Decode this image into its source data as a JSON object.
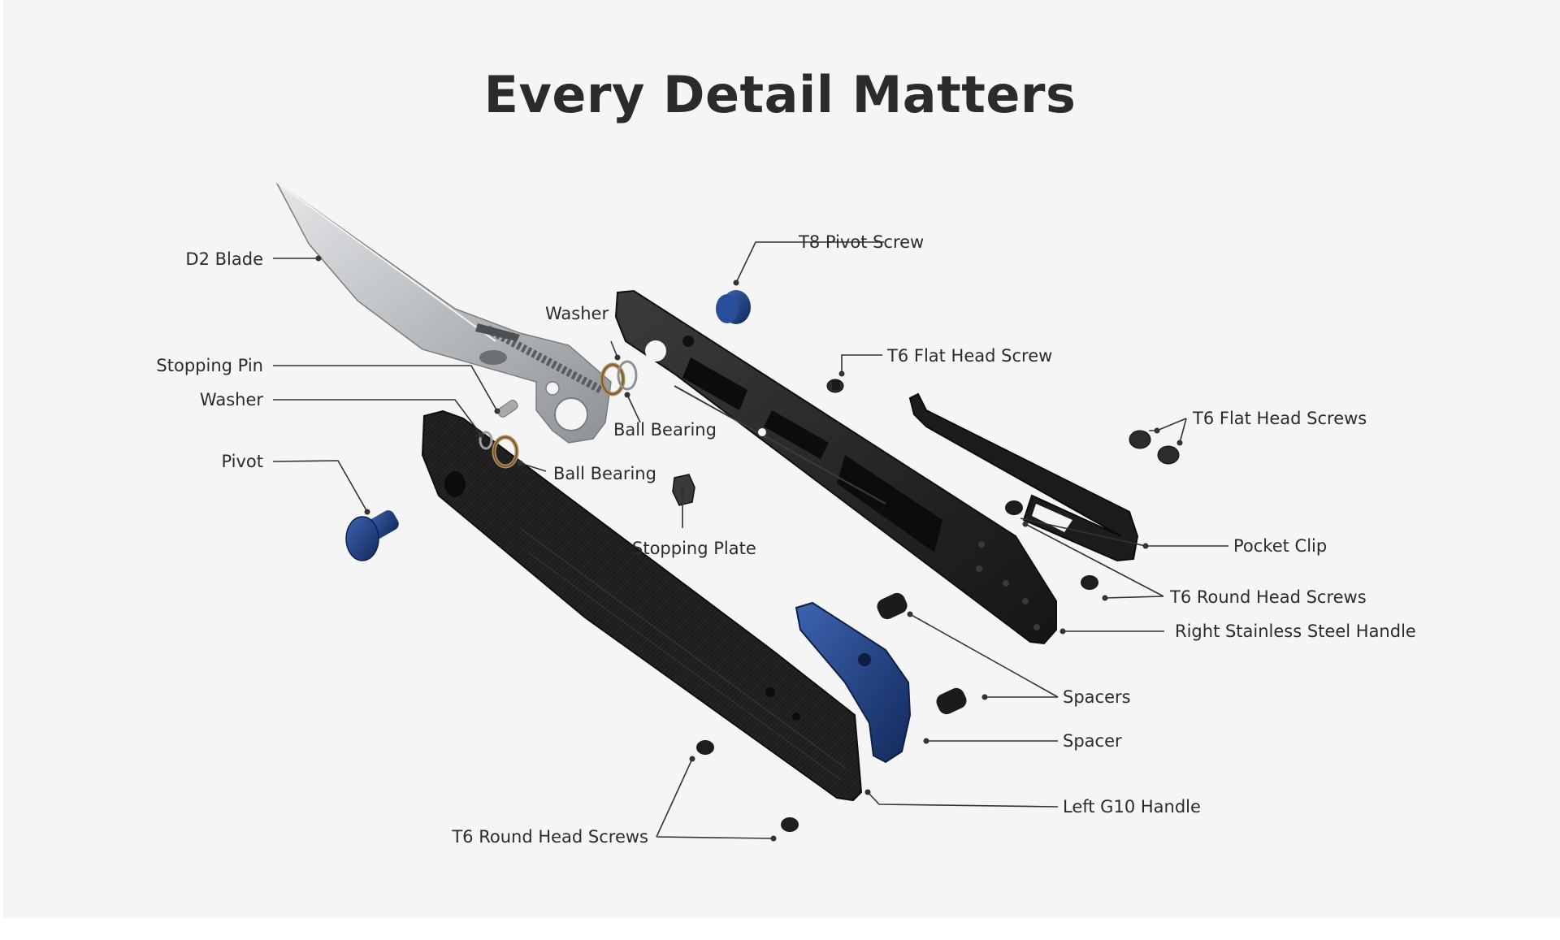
{
  "title": "Every Detail Matters",
  "colors": {
    "background": "#f5f5f5",
    "text": "#2b2b2b",
    "blade": "#bfc2c5",
    "handle": "#1c1c1c",
    "accent_blue": "#1d3a78",
    "bronze": "#b08a52"
  },
  "labels": {
    "d2_blade": "D2 Blade",
    "stopping_pin": "Stopping Pin",
    "washer_left": "Washer",
    "pivot": "Pivot",
    "washer_top": "Washer",
    "ball_bearing_top": "Ball Bearing",
    "ball_bearing_bottom": "Ball Bearing",
    "stopping_plate": "Stopping Plate",
    "t8_pivot_screw": "T8 Pivot Screw",
    "t6_flat_head_screw": "T6  Flat Head Screw",
    "t6_flat_head_screws": "T6  Flat Head Screws",
    "pocket_clip": "Pocket Clip",
    "t6_round_head_screws_right": "T6  Round Head Screws",
    "right_handle": "Right Stainless Steel Handle",
    "spacers": "Spacers",
    "spacer": "Spacer",
    "left_handle": "Left G10 Handle",
    "t6_round_head_screws_bottom": "T6  Round Head Screws"
  }
}
